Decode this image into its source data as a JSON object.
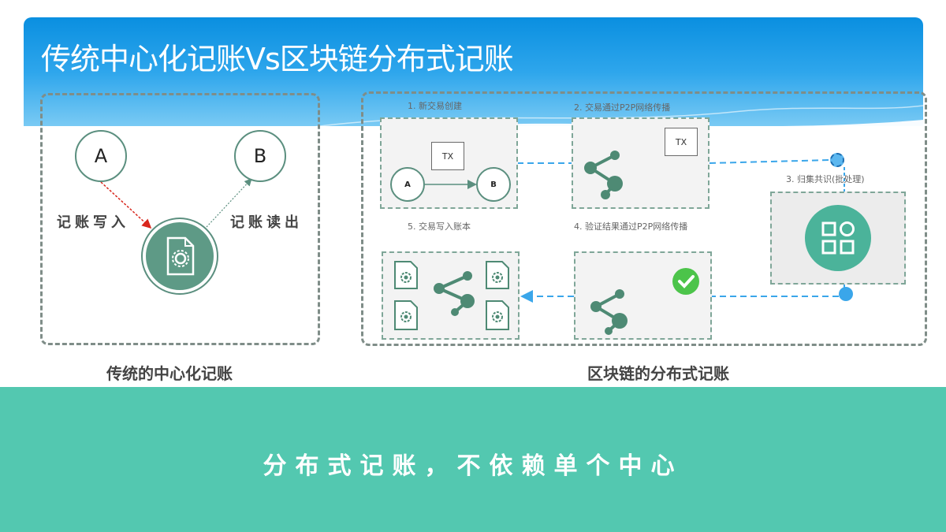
{
  "title": "传统中心化记账Vs区块链分布式记账",
  "left_panel": {
    "node_a": "A",
    "node_b": "B",
    "write_label": "记账写入",
    "read_label": "记账读出",
    "caption": "传统的中心化记账"
  },
  "right_panel": {
    "caption": "区块链的分布式记账",
    "steps": {
      "s1": "1. 新交易创建",
      "s2": "2. 交易通过P2P网络传播",
      "s3": "3. 归集共识(批处理)",
      "s4": "4. 验证结果通过P2P网络传播",
      "s5": "5. 交易写入账本"
    },
    "tx_label": "TX",
    "mini_a": "A",
    "mini_b": "B"
  },
  "footer": {
    "text": "分布式记账，不依赖单个中心"
  },
  "colors": {
    "teal": "#53c8b0",
    "header_blue": "#0a8fe0",
    "node_green": "#5e9a86"
  },
  "icons": [
    "file-gear-icon",
    "share-icon",
    "grid-apps-icon",
    "check-icon"
  ]
}
